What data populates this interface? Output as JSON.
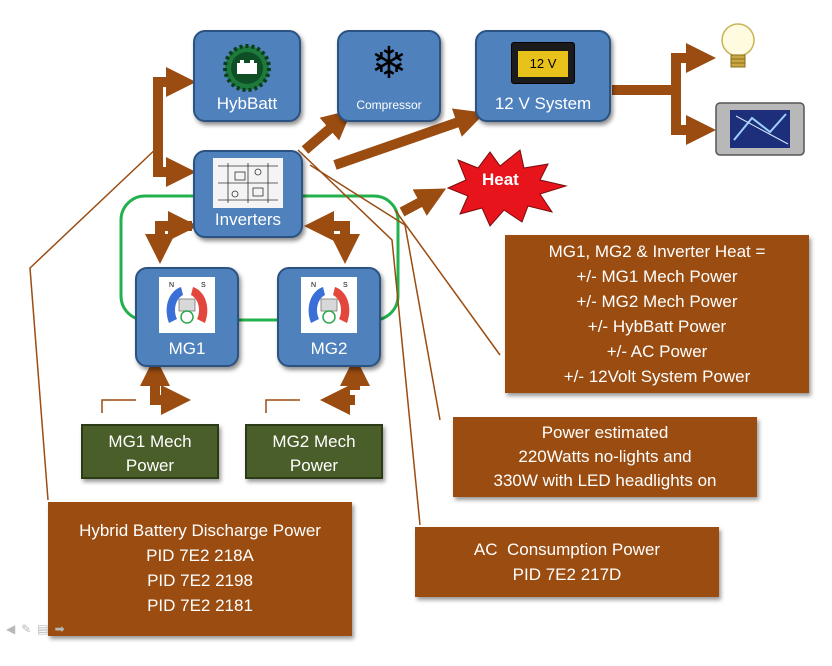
{
  "blocks": {
    "hybbatt": "HybBatt",
    "compressor": "Compressor",
    "system12v": "12 V System",
    "battery_face": "12 V",
    "inverters": "Inverters",
    "mg1": "MG1",
    "mg2": "MG2"
  },
  "heat": "Heat",
  "mech": {
    "mg1": [
      "MG1 Mech",
      "Power"
    ],
    "mg2": [
      "MG2 Mech",
      "Power"
    ]
  },
  "heat_note": [
    "MG1, MG2 & Inverter Heat =",
    "+/- MG1 Mech Power",
    "+/- MG2 Mech Power",
    "+/- HybBatt Power",
    "+/- AC Power",
    "+/- 12Volt System Power"
  ],
  "power_note": [
    "Power estimated",
    "220Watts no-lights and",
    "330W with LED headlights on"
  ],
  "battery_note": [
    "Hybrid Battery Discharge Power",
    "PID 7E2 218A",
    "PID 7E2 2198",
    "PID 7E2 2181"
  ],
  "ac_note": [
    "AC  Consumption Power",
    "PID 7E2 217D"
  ],
  "colors": {
    "block_blue": "#4f81bd",
    "note_brown": "#9a4c11",
    "mech_green": "#4a5e2a",
    "loop_green": "#22b14c",
    "heat_red": "#e8141b"
  },
  "icons": [
    "battery-gear-icon",
    "snowflake-icon",
    "car-battery-icon",
    "circuit-icon",
    "motor-icon",
    "light-bulb-icon",
    "navigation-screen-icon"
  ]
}
